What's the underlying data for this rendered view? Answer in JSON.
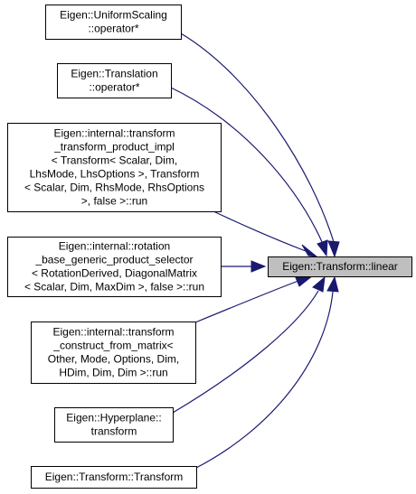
{
  "focus_node": {
    "label": [
      "Eigen::Transform::linear"
    ]
  },
  "caller_nodes": [
    {
      "id": "uniform-scaling",
      "label": [
        "Eigen::UniformScaling",
        "::operator*"
      ]
    },
    {
      "id": "translation",
      "label": [
        "Eigen::Translation",
        "::operator*"
      ]
    },
    {
      "id": "transform-product-impl",
      "label": [
        "Eigen::internal::transform",
        "_transform_product_impl",
        "< Transform< Scalar, Dim,",
        "LhsMode, LhsOptions >, Transform",
        "< Scalar, Dim, RhsMode, RhsOptions",
        ">, false >::run"
      ]
    },
    {
      "id": "rotation-product-selector",
      "label": [
        "Eigen::internal::rotation",
        "_base_generic_product_selector",
        "< RotationDerived, DiagonalMatrix",
        "< Scalar, Dim, MaxDim >, false >::run"
      ]
    },
    {
      "id": "transform-construct",
      "label": [
        "Eigen::internal::transform",
        "_construct_from_matrix<",
        "Other, Mode, Options, Dim,",
        "HDim, Dim, Dim >::run"
      ]
    },
    {
      "id": "hyperplane-transform",
      "label": [
        "Eigen::Hyperplane::",
        "transform"
      ]
    },
    {
      "id": "transform-ctor",
      "label": [
        "Eigen::Transform::Transform"
      ]
    }
  ],
  "colors": {
    "edge": "#191970",
    "focus_fill": "#bfbfbf",
    "box_stroke": "#000000"
  }
}
